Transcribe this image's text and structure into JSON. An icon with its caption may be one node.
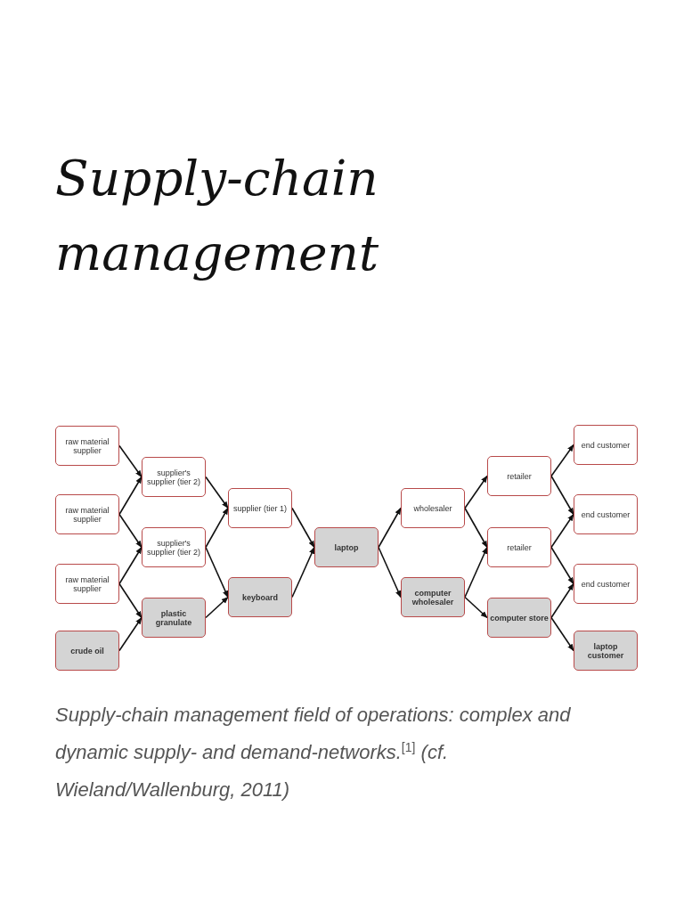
{
  "diagram": {
    "title": "Supply-chain management",
    "caption": "Supply-chain management field of operations: complex and dynamic supply- and demand-networks.$^{[1]}$ (cf. Wieland/Wallenburg, 2011)",
    "nodes": [
      {
        "text": [
          "raw material supplier"
        ]
      },
      {
        "text": [
          "raw material supplier"
        ]
      },
      {
        "text": [
          "raw material supplier"
        ]
      },
      {
        "text": [
          "crude oil"
        ]
      },
      {
        "text": [
          "supplier's supplier (tier 2)"
        ]
      },
      {
        "text": [
          "supplier's supplier (tier 2)"
        ]
      },
      {
        "text": [
          "plastic granulate"
        ]
      },
      {
        "text": [
          "supplier (tier 1)"
        ]
      },
      {
        "text": [
          "keyboard"
        ]
      },
      {
        "text": [
          "laptop"
        ]
      },
      {
        "text": [
          "wholesaler"
        ]
      },
      {
        "text": [
          "computer wholesaler"
        ]
      },
      {
        "text": [
          "retailer"
        ]
      },
      {
        "text": [
          "retailer"
        ]
      },
      {
        "text": [
          "computer store"
        ]
      },
      {
        "text": [
          "end customer"
        ]
      },
      {
        "text": [
          "end customer"
        ]
      },
      {
        "text": [
          "end customer"
        ]
      },
      {
        "text": [
          "laptop customer"
        ]
      }
    ],
    "edges": [
      {
        "from": 0,
        "to": 4,
        "arrow": "to"
      },
      {
        "from": 1,
        "to": 4,
        "arrow": "to"
      },
      {
        "from": 1,
        "to": 5,
        "arrow": "to"
      },
      {
        "from": 2,
        "to": 5,
        "arrow": "to"
      },
      {
        "from": 2,
        "to": 6,
        "arrow": "to"
      },
      {
        "from": 3,
        "to": 6,
        "arrow": "to"
      },
      {
        "from": 4,
        "to": 7,
        "arrow": "to"
      },
      {
        "from": 5,
        "to": 7,
        "arrow": "to"
      },
      {
        "from": 5,
        "to": 8,
        "arrow": "to"
      },
      {
        "from": 6,
        "to": 8,
        "arrow": "to"
      },
      {
        "from": 7,
        "to": 9,
        "arrow": "to"
      },
      {
        "from": 8,
        "to": 9,
        "arrow": "to"
      },
      {
        "from": 9,
        "to": 10,
        "arrow": "to"
      },
      {
        "from": 9,
        "to": 11,
        "arrow": "to"
      },
      {
        "from": 10,
        "to": 12,
        "arrow": "to"
      },
      {
        "from": 10,
        "to": 13,
        "arrow": "to"
      },
      {
        "from": 11,
        "to": 13,
        "arrow": "to"
      },
      {
        "from": 11,
        "to": 14,
        "arrow": "to"
      },
      {
        "from": 12,
        "to": 15,
        "arrow": "to"
      },
      {
        "from": 12,
        "to": 16,
        "arrow": "to"
      },
      {
        "from": 13,
        "to": 16,
        "arrow": "to"
      },
      {
        "from": 13,
        "to": 17,
        "arrow": "to"
      },
      {
        "from": 14,
        "to": 17,
        "arrow": "to"
      },
      {
        "from": 14,
        "to": 18,
        "arrow": "to"
      }
    ]
  }
}
